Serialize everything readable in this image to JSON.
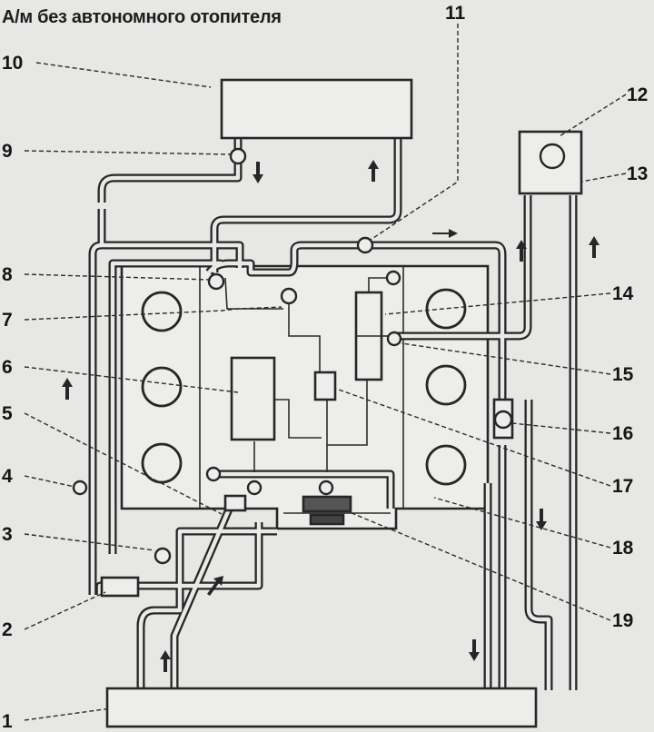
{
  "title": "А/м без автономного отопителя",
  "labels": {
    "l1": "1",
    "l2": "2",
    "l3": "3",
    "l4": "4",
    "l5": "5",
    "l6": "6",
    "l7": "7",
    "l8": "8",
    "l9": "9",
    "l10": "10",
    "l11": "11",
    "l12": "12",
    "l13": "13",
    "l14": "14",
    "l15": "15",
    "l16": "16",
    "l17": "17",
    "l18": "18",
    "l19": "19"
  },
  "colors": {
    "ink": "#262626",
    "paper": "#e7e7e5"
  }
}
